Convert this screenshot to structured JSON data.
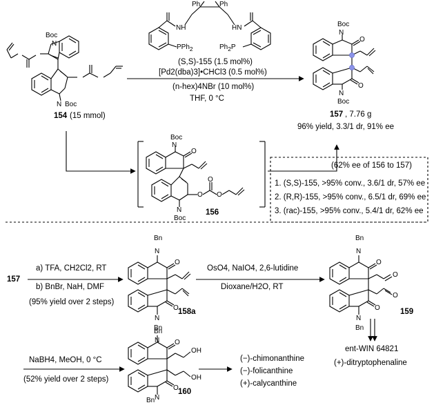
{
  "catalyst": {
    "ph_left": "Ph",
    "ph_right": "Ph",
    "nh_left": "NH",
    "nh_right": "HN",
    "pph2": "PPh",
    "ph2p": "Ph",
    "pph2_tail": "2",
    "ph2p_mid": "2",
    "ph2p_tail": "P"
  },
  "step1": {
    "reagent1": "(S,S)-155 (1.5 mol%)",
    "reagent2": "[Pd2(dba)3]•CHCl3 (0.5 mol%)",
    "reagent3": "(n-hex)4NBr (10 mol%)",
    "reagent4": "THF, 0 °C"
  },
  "compound154": {
    "label": "154",
    "amount": "(15 mmol)",
    "boc_top": "Boc",
    "boc_bottom": "Boc",
    "n_top": "N",
    "n_bottom": "N"
  },
  "compound157": {
    "label": "157",
    "mass": ", 7.76 g",
    "result": "96% yield, 3.3/1 dr, 91% ee",
    "boc_top": "Boc",
    "boc_bottom": "Boc",
    "n_top": "N",
    "n_bottom": "N",
    "o_top": "O",
    "o_bottom": "O"
  },
  "compound156": {
    "label": "156",
    "boc_top": "Boc",
    "boc_bottom": "Boc",
    "n_top": "N",
    "n_bottom": "N",
    "o_top": "O",
    "o_ring": "O",
    "o_a": "O",
    "o_b": "O"
  },
  "ee_box": {
    "header": "(62% ee of 156 to 157)",
    "row1": "1. (S,S)-155, >95% conv., 3.6/1 dr, 57% ee",
    "row2": "2. (R,R)-155, >95% conv., 6.5/1 dr, 69% ee",
    "row3": "3. (rac)-155, >95% conv., 5.4/1 dr, 62% ee"
  },
  "step2": {
    "start": "157",
    "a": "a) TFA, CH2Cl2, RT",
    "b": "b) BnBr, NaH, DMF",
    "yield": "(95% yield over 2 steps)",
    "product": "158a"
  },
  "step3": {
    "reagent1": "OsO4, NaIO4, 2,6-lutidine",
    "reagent2": "Dioxane/H2O, RT",
    "product": "159"
  },
  "step4": {
    "reagent1": "NaBH4, MeOH, 0 °C",
    "yield": "(52% yield over 2 steps)",
    "product": "160",
    "oh_top": "OH",
    "oh_bottom": "OH"
  },
  "bn_labels": {
    "bn": "Bn",
    "n": "N",
    "o": "O"
  },
  "targets_a": [
    "(−)-chimonanthine",
    "(−)-folicanthine",
    "(+)-calycanthine"
  ],
  "targets_b": [
    "ent-WIN 64821",
    "(+)-ditryptophenaline"
  ],
  "highlight_color": "#8b93e8"
}
